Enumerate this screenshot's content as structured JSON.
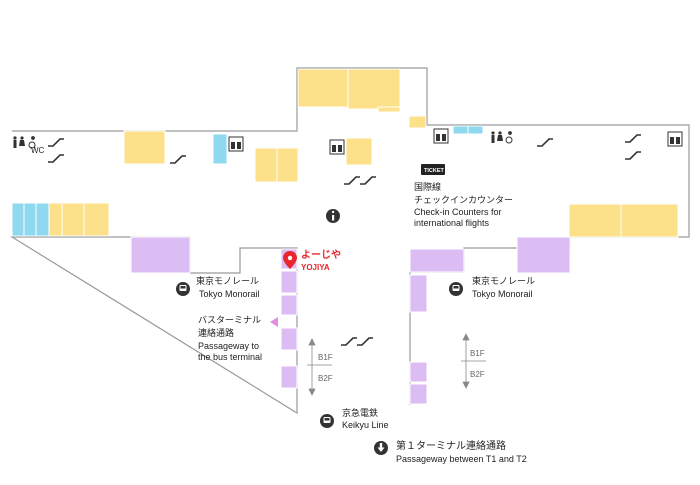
{
  "labels": {
    "yojiya_ja": "よーじや",
    "yojiya_en": "YOJIYA",
    "monorail_left_ja": "東京モノレール",
    "monorail_left_en": "Tokyo Monorail",
    "monorail_right_ja": "東京モノレール",
    "monorail_right_en": "Tokyo Monorail",
    "bus_ja_1": "バスターミナル",
    "bus_ja_2": "連絡通路",
    "bus_en_1": "Passageway to",
    "bus_en_2": "the bus terminal",
    "intl_ja_1": "国際線",
    "intl_ja_2": "チェックインカウンター",
    "intl_en_1": "Check-in Counters for",
    "intl_en_2": "international flights",
    "keikyu_ja": "京急電鉄",
    "keikyu_en": "Keikyu Line",
    "t1t2_ja": "第１ターミナル連絡通路",
    "t1t2_en": "Passageway between T1 and T2",
    "b1f_left": "B1F",
    "b2f_left": "B2F",
    "b1f_right": "B1F",
    "b2f_right": "B2F",
    "ticket": "TICKET",
    "wc": "WC"
  },
  "icons": [
    "toilet-icon",
    "accessible-toilet-icon",
    "escalator-icon",
    "elevator-icon",
    "info-icon",
    "train-icon",
    "location-pin-icon",
    "ticket-icon",
    "down-arrow-circle-icon"
  ],
  "colors": {
    "wall": "#9a9a9a",
    "shop_yellow": "#fde08a",
    "shop_purple": "#dcbdf3",
    "service_blue": "#8fd9f0",
    "pin_red": "#e8262b",
    "arrow_pink": "#e58ee0"
  }
}
